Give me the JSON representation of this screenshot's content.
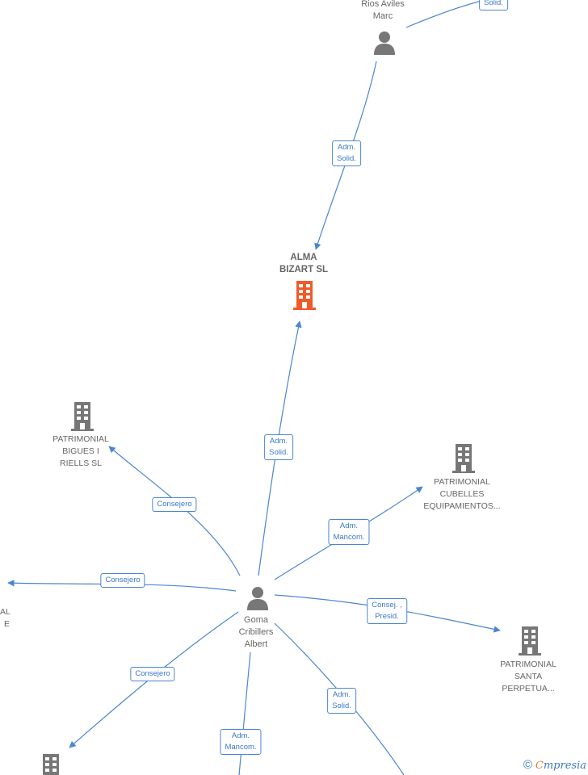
{
  "colors": {
    "edge": "#4a86d0",
    "focus_company": "#f05a28",
    "company": "#777777",
    "person": "#777777",
    "label_text": "#3a78c8"
  },
  "nodes": {
    "rios_aviles": {
      "label": "Rios Aviles\nMarc",
      "type": "person-icon"
    },
    "alma_bizart": {
      "label": "ALMA\nBIZART  SL",
      "type": "building-icon"
    },
    "goma_cribillers": {
      "label": "Goma\nCribillers\nAlbert",
      "type": "person-icon"
    },
    "patrimonial_bigues": {
      "label": "PATRIMONIAL\nBIGUES I\nRIELLS  SL",
      "type": "building-icon"
    },
    "patrimonial_cubelles": {
      "label": "PATRIMONIAL\nCUBELLES\nEQUIPAMIENTOS...",
      "type": "building-icon"
    },
    "patrimonial_santa": {
      "label": "PATRIMONIAL\nSANTA\nPERPETUA...",
      "type": "building-icon"
    },
    "partial_left": {
      "label": "AL\nE",
      "type": "building-icon"
    }
  },
  "edges": {
    "top_solid": "Solid.",
    "rios_alma": "Adm.\nSolid.",
    "goma_alma": "Adm.\nSolid.",
    "goma_bigues": "Consejero",
    "goma_cubelles": "Adm.\nMancom.",
    "goma_left": "Consejero",
    "goma_santa": "Consej. ,\nPresid.",
    "goma_bottom_left": "Consejero",
    "goma_bottom": "Adm.\nMancom.",
    "goma_bottom_right": "Adm.\nSolid."
  },
  "brand": {
    "copyright": "©",
    "e": "C",
    "rest": "mpresia"
  }
}
